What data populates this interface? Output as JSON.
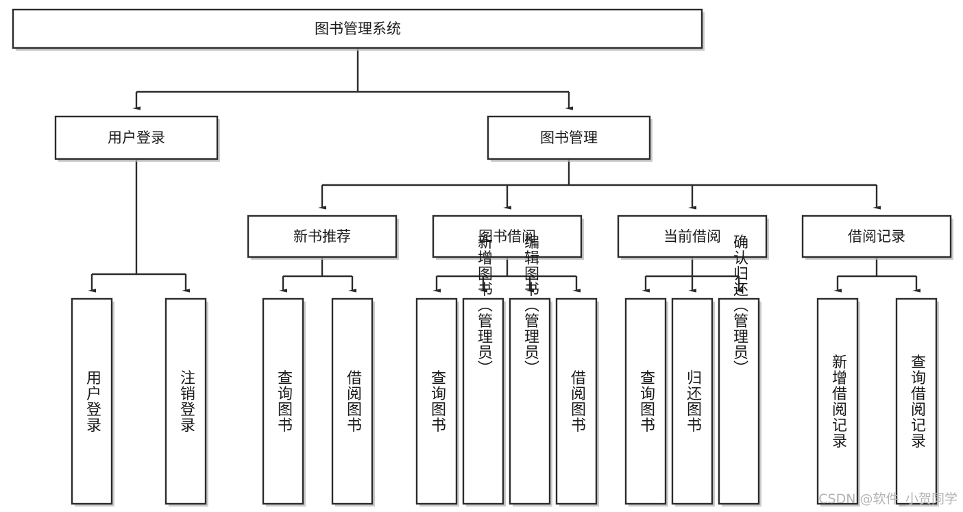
{
  "diagram": {
    "title": "图书管理系统",
    "type": "tree-hierarchy",
    "root": {
      "label": "图书管理系统"
    },
    "level2": [
      {
        "label": "用户登录"
      },
      {
        "label": "图书管理"
      }
    ],
    "level3": [
      {
        "label": "新书推荐"
      },
      {
        "label": "图书借阅"
      },
      {
        "label": "当前借阅"
      },
      {
        "label": "借阅记录"
      }
    ],
    "leaves": {
      "user_login": [
        {
          "label": "用户登录"
        },
        {
          "label": "注销登录"
        }
      ],
      "new_book_recommend": [
        {
          "label": "查询图书"
        },
        {
          "label": "借阅图书"
        }
      ],
      "book_borrow": [
        {
          "label": "查询图书"
        },
        {
          "label": "新增图书（管理员）"
        },
        {
          "label": "编辑图书（管理员）"
        },
        {
          "label": "借阅图书"
        }
      ],
      "current_borrow": [
        {
          "label": "查询图书"
        },
        {
          "label": "归还图书"
        },
        {
          "label": "确认归还（管理员）"
        }
      ],
      "borrow_record": [
        {
          "label": "新增借阅记录"
        },
        {
          "label": "查询借阅记录"
        }
      ]
    }
  },
  "watermark": {
    "text": "CSDN @软件_小贺同学"
  },
  "colors": {
    "stroke": "#2b2b2b",
    "fill": "#ffffff",
    "text": "#1a1a1a",
    "shadow": "#b9b9b9",
    "watermark": "#b3b3b3"
  }
}
